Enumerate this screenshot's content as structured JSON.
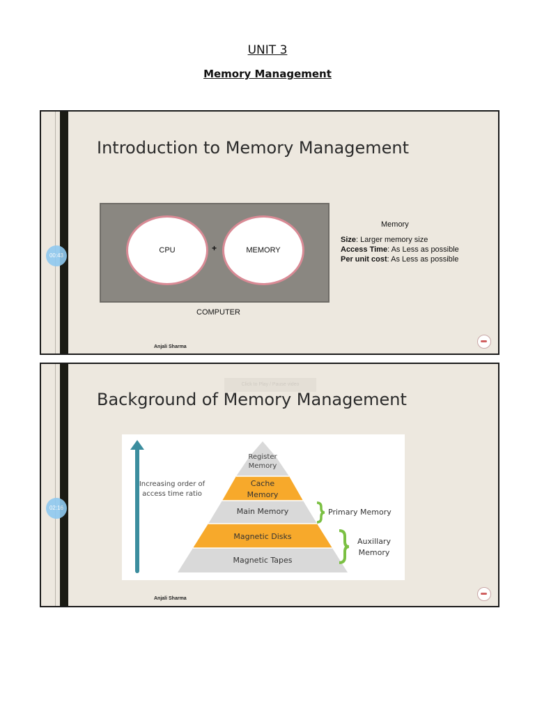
{
  "document": {
    "title": "UNIT 3",
    "subtitle": "Memory Management"
  },
  "slides": [
    {
      "title": "Introduction to Memory Management",
      "timer": "00:43",
      "author": "Anjali Sharma",
      "diagram": {
        "cpu_label": "CPU",
        "plus": "+",
        "memory_label": "MEMORY",
        "computer_label": "COMPUTER"
      },
      "memory_info": {
        "heading": "Memory",
        "rows": [
          {
            "key": "Size",
            "value": ": Larger memory size"
          },
          {
            "key": "Access Time",
            "value": ": As Less as possible"
          },
          {
            "key": "Per unit cost",
            "value": ": As Less as possible"
          }
        ]
      }
    },
    {
      "title": "Background of Memory Management",
      "timer": "02:16",
      "author": "Anjali Sharma",
      "watermark": "Click to Play / Pause video",
      "pyramid": {
        "arrow_label_line1": "Increasing order of",
        "arrow_label_line2": "access time ratio",
        "levels": [
          {
            "line1": "Register",
            "line2": "Memory",
            "color": "#d9d9d9"
          },
          {
            "line1": "Cache",
            "line2": "Memory",
            "color": "#f7a92b"
          },
          {
            "line1": "Main Memory",
            "line2": "",
            "color": "#d9d9d9"
          },
          {
            "line1": "Magnetic Disks",
            "line2": "",
            "color": "#f7a92b"
          },
          {
            "line1": "Magnetic Tapes",
            "line2": "",
            "color": "#d9d9d9"
          }
        ],
        "primary_label": "Primary Memory",
        "aux_label_line1": "Auxillary",
        "aux_label_line2": "Memory",
        "arrow_color": "#3b8d9e",
        "brace_color": "#7bc043"
      }
    }
  ]
}
